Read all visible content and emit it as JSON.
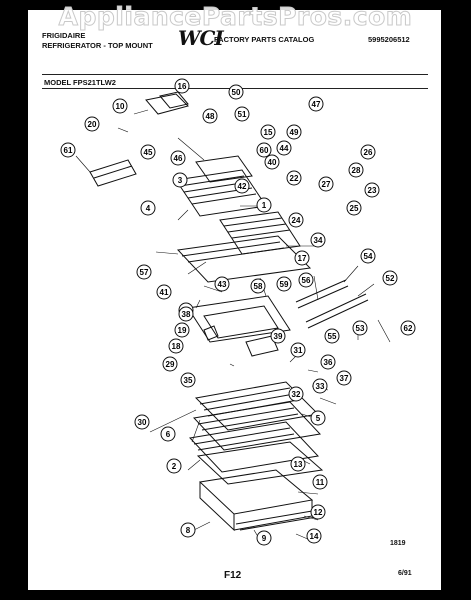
{
  "watermark": "AppliancePartsPros.com",
  "header": {
    "brand": "FRIGIDAIRE",
    "product": "REFRIGERATOR - TOP MOUNT",
    "logo": "WCI",
    "catalog": "FACTORY PARTS CATALOG",
    "doc_number": "5995206512",
    "model_label": "MODEL FPS21TLW2"
  },
  "footer": {
    "figure": "F12",
    "code": "1819",
    "date": "6/91"
  },
  "callouts": [
    "1",
    "2",
    "3",
    "4",
    "5",
    "6",
    "8",
    "9",
    "10",
    "11",
    "12",
    "13",
    "14",
    "15",
    "16",
    "17",
    "18",
    "19",
    "20",
    "21",
    "22",
    "23",
    "24",
    "25",
    "26",
    "27",
    "28",
    "29",
    "30",
    "31",
    "32",
    "33",
    "34",
    "35",
    "36",
    "37",
    "38",
    "39",
    "40",
    "41",
    "42",
    "43",
    "44",
    "45",
    "46",
    "47",
    "48",
    "49",
    "50",
    "51",
    "52",
    "53",
    "54",
    "55",
    "56",
    "57",
    "58",
    "59",
    "60",
    "61",
    "62"
  ]
}
